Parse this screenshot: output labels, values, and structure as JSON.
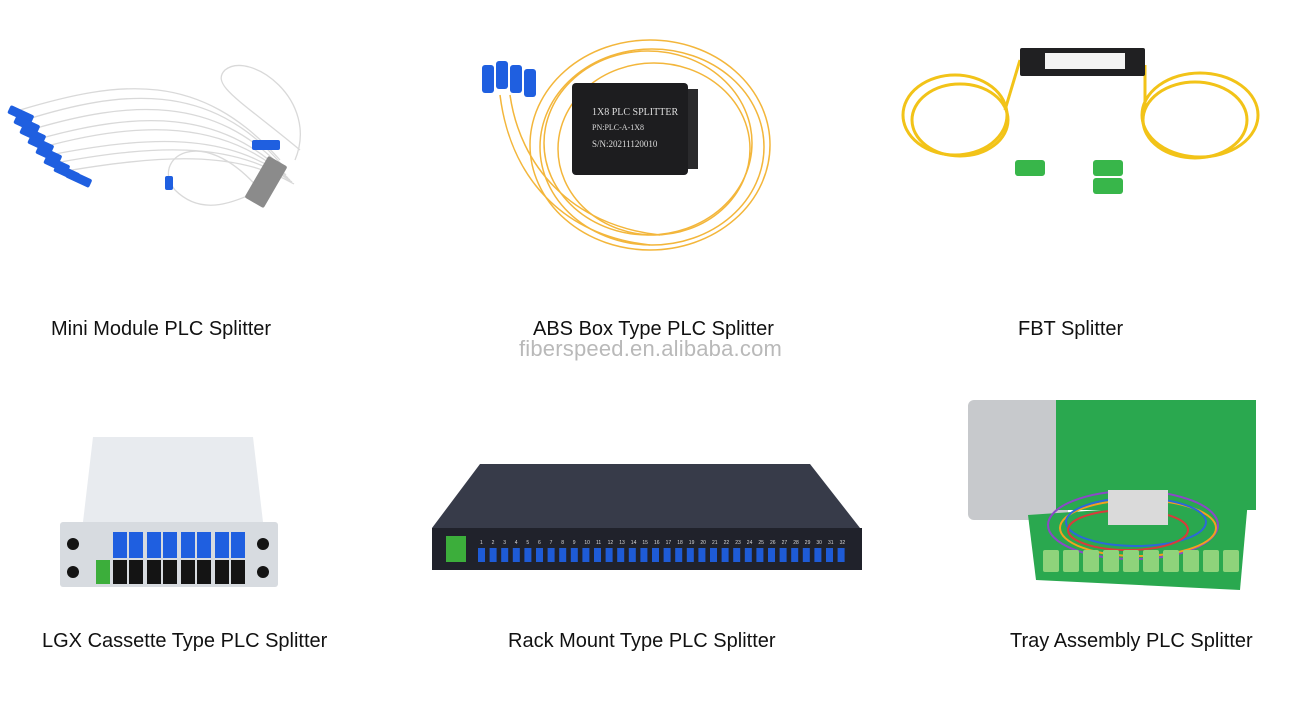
{
  "watermark": "fiberspeed.en.alibaba.com",
  "products": [
    {
      "caption": "Mini Module PLC Splitter",
      "icon": "mini-module-plc-splitter-image"
    },
    {
      "caption": "ABS Box Type PLC Splitter",
      "icon": "abs-box-plc-splitter-image"
    },
    {
      "caption": "FBT Splitter",
      "icon": "fbt-splitter-image"
    },
    {
      "caption": "LGX Cassette Type PLC Splitter",
      "icon": "lgx-cassette-plc-splitter-image"
    },
    {
      "caption": "Rack Mount Type PLC Splitter",
      "icon": "rack-mount-plc-splitter-image"
    },
    {
      "caption": "Tray Assembly PLC Splitter",
      "icon": "tray-assembly-plc-splitter-image"
    }
  ],
  "abs_box_label": {
    "line1": "1X8 PLC SPLITTER",
    "line2": "PN:PLC-A-1X8",
    "line3": "S/N:20211120010"
  },
  "rack_ports": [
    "1",
    "2",
    "3",
    "4",
    "5",
    "6",
    "7",
    "8",
    "9",
    "10",
    "11",
    "12",
    "13",
    "14",
    "15",
    "16",
    "17",
    "18",
    "19",
    "20",
    "21",
    "22",
    "23",
    "24",
    "25",
    "26",
    "27",
    "28",
    "29",
    "30",
    "31",
    "32"
  ],
  "colors": {
    "sc_blue": "#1e5bd6",
    "sc_green": "#3fb14a",
    "fiber_yellow": "#f2c318",
    "rack_body": "#2f3340"
  }
}
